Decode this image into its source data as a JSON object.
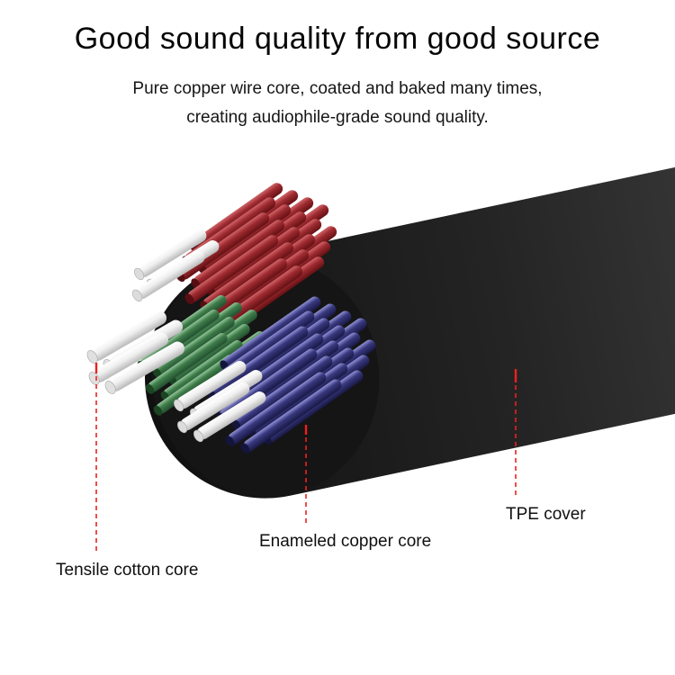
{
  "header": {
    "title": "Good sound quality from good source",
    "subtitle_line1": "Pure copper wire core, coated and baked many times,",
    "subtitle_line2": "creating audiophile-grade sound quality."
  },
  "annotations": {
    "tensile_cotton_core": "Tensile cotton core",
    "enameled_copper_core": "Enameled copper core",
    "tpe_cover": "TPE cover"
  },
  "colors": {
    "background": "#ffffff",
    "leader_line_red": "#ef2020",
    "cable_tpe_black": "#1e1e1e",
    "enameled_copper_red": "#9e2b31",
    "enameled_copper_blue": "#39397f",
    "cotton_green": "#3f7d4a",
    "cotton_white": "#f2f2f2",
    "title_text": "#050505"
  }
}
